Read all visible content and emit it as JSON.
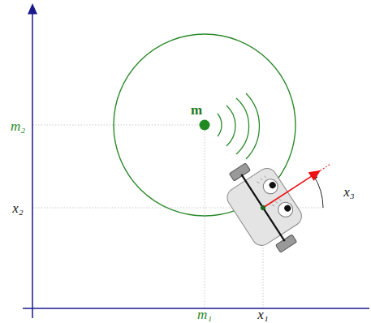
{
  "diagram": {
    "labels": [
      "m",
      "m₂",
      "x₂",
      "m₁",
      "x₁",
      "x₃"
    ]
  }
}
